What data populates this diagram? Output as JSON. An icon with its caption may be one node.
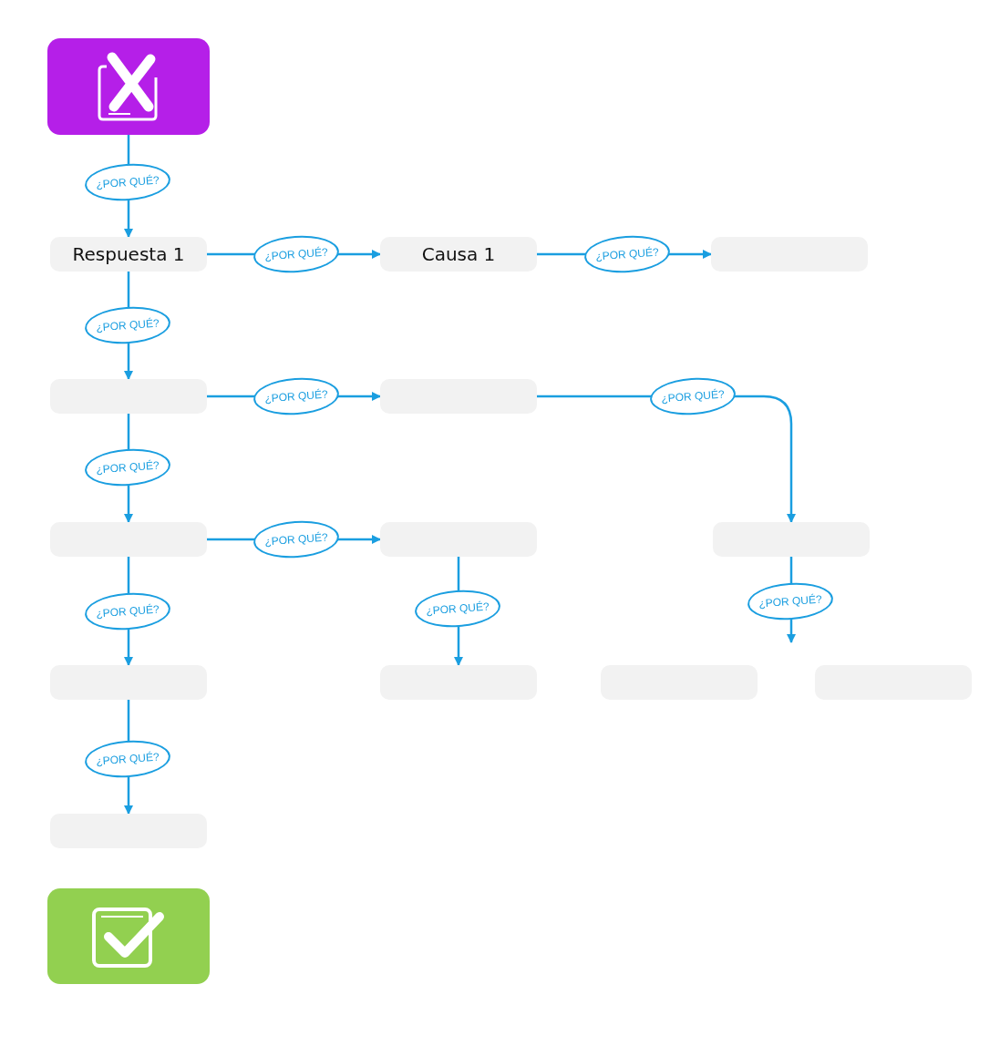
{
  "diagram": {
    "nodes": [
      {
        "text": [],
        "shape": "box"
      },
      {
        "text": [
          "Respuesta 1"
        ]
      },
      {
        "text": [
          "Causa 1"
        ]
      },
      {
        "text": [],
        "shape": "box"
      },
      {
        "text": [],
        "shape": "box"
      },
      {
        "text": [],
        "shape": "box"
      },
      {
        "text": [],
        "shape": "box"
      },
      {
        "text": [],
        "shape": "box"
      },
      {
        "text": [],
        "shape": "box"
      },
      {
        "text": [],
        "shape": "box"
      },
      {
        "text": [],
        "shape": "box"
      },
      {
        "text": [],
        "shape": "box"
      },
      {
        "text": [],
        "shape": "box"
      },
      {
        "text": [],
        "shape": "box"
      },
      {
        "text": [],
        "shape": "box"
      }
    ],
    "edges": [
      {
        "from": 0,
        "to": 1,
        "arrow": "to",
        "label": "¿POR QUÉ?"
      },
      {
        "from": 1,
        "to": 2,
        "arrow": "to",
        "label": "¿POR QUÉ?"
      },
      {
        "from": 2,
        "to": 3,
        "arrow": "to",
        "label": "¿POR QUÉ?"
      },
      {
        "from": 1,
        "to": 4,
        "arrow": "to",
        "label": "¿POR QUÉ?"
      },
      {
        "from": 4,
        "to": 5,
        "arrow": "to",
        "label": "¿POR QUÉ?"
      },
      {
        "from": 5,
        "to": 8,
        "arrow": "to",
        "label": "¿POR QUÉ?"
      },
      {
        "from": 4,
        "to": 6,
        "arrow": "to",
        "label": "¿POR QUÉ?"
      },
      {
        "from": 6,
        "to": 7,
        "arrow": "to",
        "label": "¿POR QUÉ?"
      },
      {
        "from": 7,
        "to": 10,
        "arrow": "to",
        "label": "¿POR QUÉ?"
      },
      {
        "from": 8,
        "to": null,
        "arrow": "to",
        "label": "¿POR QUÉ?"
      },
      {
        "from": 6,
        "to": 9,
        "arrow": "to",
        "label": "¿POR QUÉ?"
      },
      {
        "from": 9,
        "to": 13,
        "arrow": "to",
        "label": "¿POR QUÉ?"
      }
    ]
  }
}
